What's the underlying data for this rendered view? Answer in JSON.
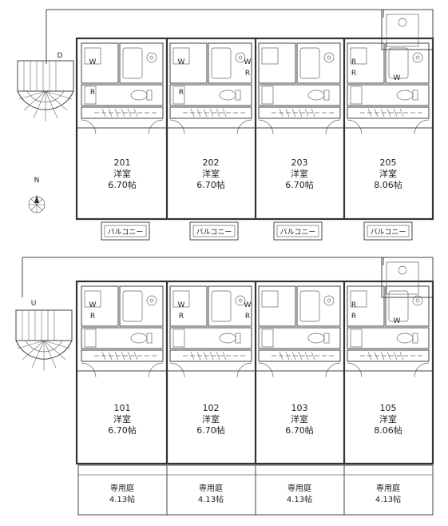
{
  "upper_floor": {
    "units": [
      {
        "number": "201",
        "type": "洋室",
        "size": "6.70帖",
        "balcony": "バルコニー"
      },
      {
        "number": "202",
        "type": "洋室",
        "size": "6.70帖",
        "balcony": "バルコニー"
      },
      {
        "number": "203",
        "type": "洋室",
        "size": "6.70帖",
        "balcony": "バルコニー"
      },
      {
        "number": "205",
        "type": "洋室",
        "size": "8.06帖",
        "balcony": "バルコニー"
      }
    ],
    "stair_mark": "D"
  },
  "lower_floor": {
    "units": [
      {
        "number": "101",
        "type": "洋室",
        "size": "6.70帖",
        "yard": "専用庭",
        "yard_size": "4.13帖"
      },
      {
        "number": "102",
        "type": "洋室",
        "size": "6.70帖",
        "yard": "専用庭",
        "yard_size": "4.13帖"
      },
      {
        "number": "103",
        "type": "洋室",
        "size": "6.70帖",
        "yard": "専用庭",
        "yard_size": "4.13帖"
      },
      {
        "number": "105",
        "type": "洋室",
        "size": "8.06帖",
        "yard": "専用庭",
        "yard_size": "4.13帖"
      }
    ],
    "stair_mark": "U"
  },
  "fixtures": {
    "washer": "W",
    "fridge": "R"
  },
  "compass": {
    "north": "N"
  }
}
